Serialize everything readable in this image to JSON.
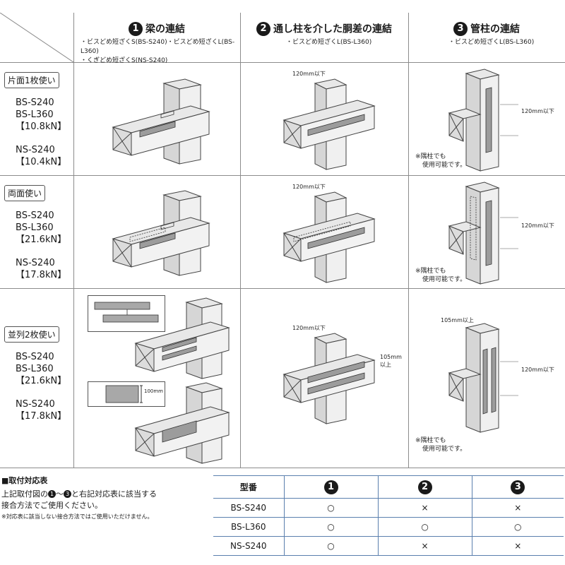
{
  "columns": [
    {
      "num": "1",
      "title": "梁の連結",
      "sub": [
        "・ビスどめ短ざくS(BS-S240)・ビスどめ短ざくL(BS-L360)",
        "・くぎどめ短ざくS(NS-S240)"
      ]
    },
    {
      "num": "2",
      "title": "通し柱を介した胴差の連結",
      "sub": [
        "・ビスどめ短ざくL(BS-L360)"
      ]
    },
    {
      "num": "3",
      "title": "管柱の連結",
      "sub": [
        "・ビスどめ短ざくL(BS-L360)"
      ]
    }
  ],
  "rows": [
    {
      "tag": "片面1枚使い",
      "lines": [
        "BS-S240",
        "BS-L360",
        "【10.8kN】",
        "",
        "NS-S240",
        "【10.4kN】"
      ]
    },
    {
      "tag": "両面使い",
      "lines": [
        "BS-S240",
        "BS-L360",
        "【21.6kN】",
        "",
        "NS-S240",
        "【17.8kN】"
      ]
    },
    {
      "tag": "並列2枚使い",
      "lines": [
        "BS-S240",
        "BS-L360",
        "【21.6kN】",
        "",
        "NS-S240",
        "【17.8kN】"
      ]
    }
  ],
  "dims": {
    "d120": "120mm以下",
    "d105": "105mm",
    "d105b": "以上",
    "d105top": "105mm以上",
    "d100": "100mm"
  },
  "notes": {
    "corner1": "※隅柱でも",
    "corner2": "使用可能です。"
  },
  "section": {
    "title": "■取付対応表",
    "line1_a": "上記取付図の",
    "n1": "1",
    "tilde": "～",
    "n3": "3",
    "line1_b": "と右記対応表に該当する",
    "line2": "接合方法でご使用ください。",
    "note": "※対応表に該当しない接合方法ではご使用いただけません。"
  },
  "table": {
    "header": [
      "型番",
      "1",
      "2",
      "3"
    ],
    "rows": [
      [
        "BS-S240",
        "○",
        "×",
        "×"
      ],
      [
        "BS-L360",
        "○",
        "○",
        "○"
      ],
      [
        "NS-S240",
        "○",
        "×",
        "×"
      ]
    ]
  }
}
